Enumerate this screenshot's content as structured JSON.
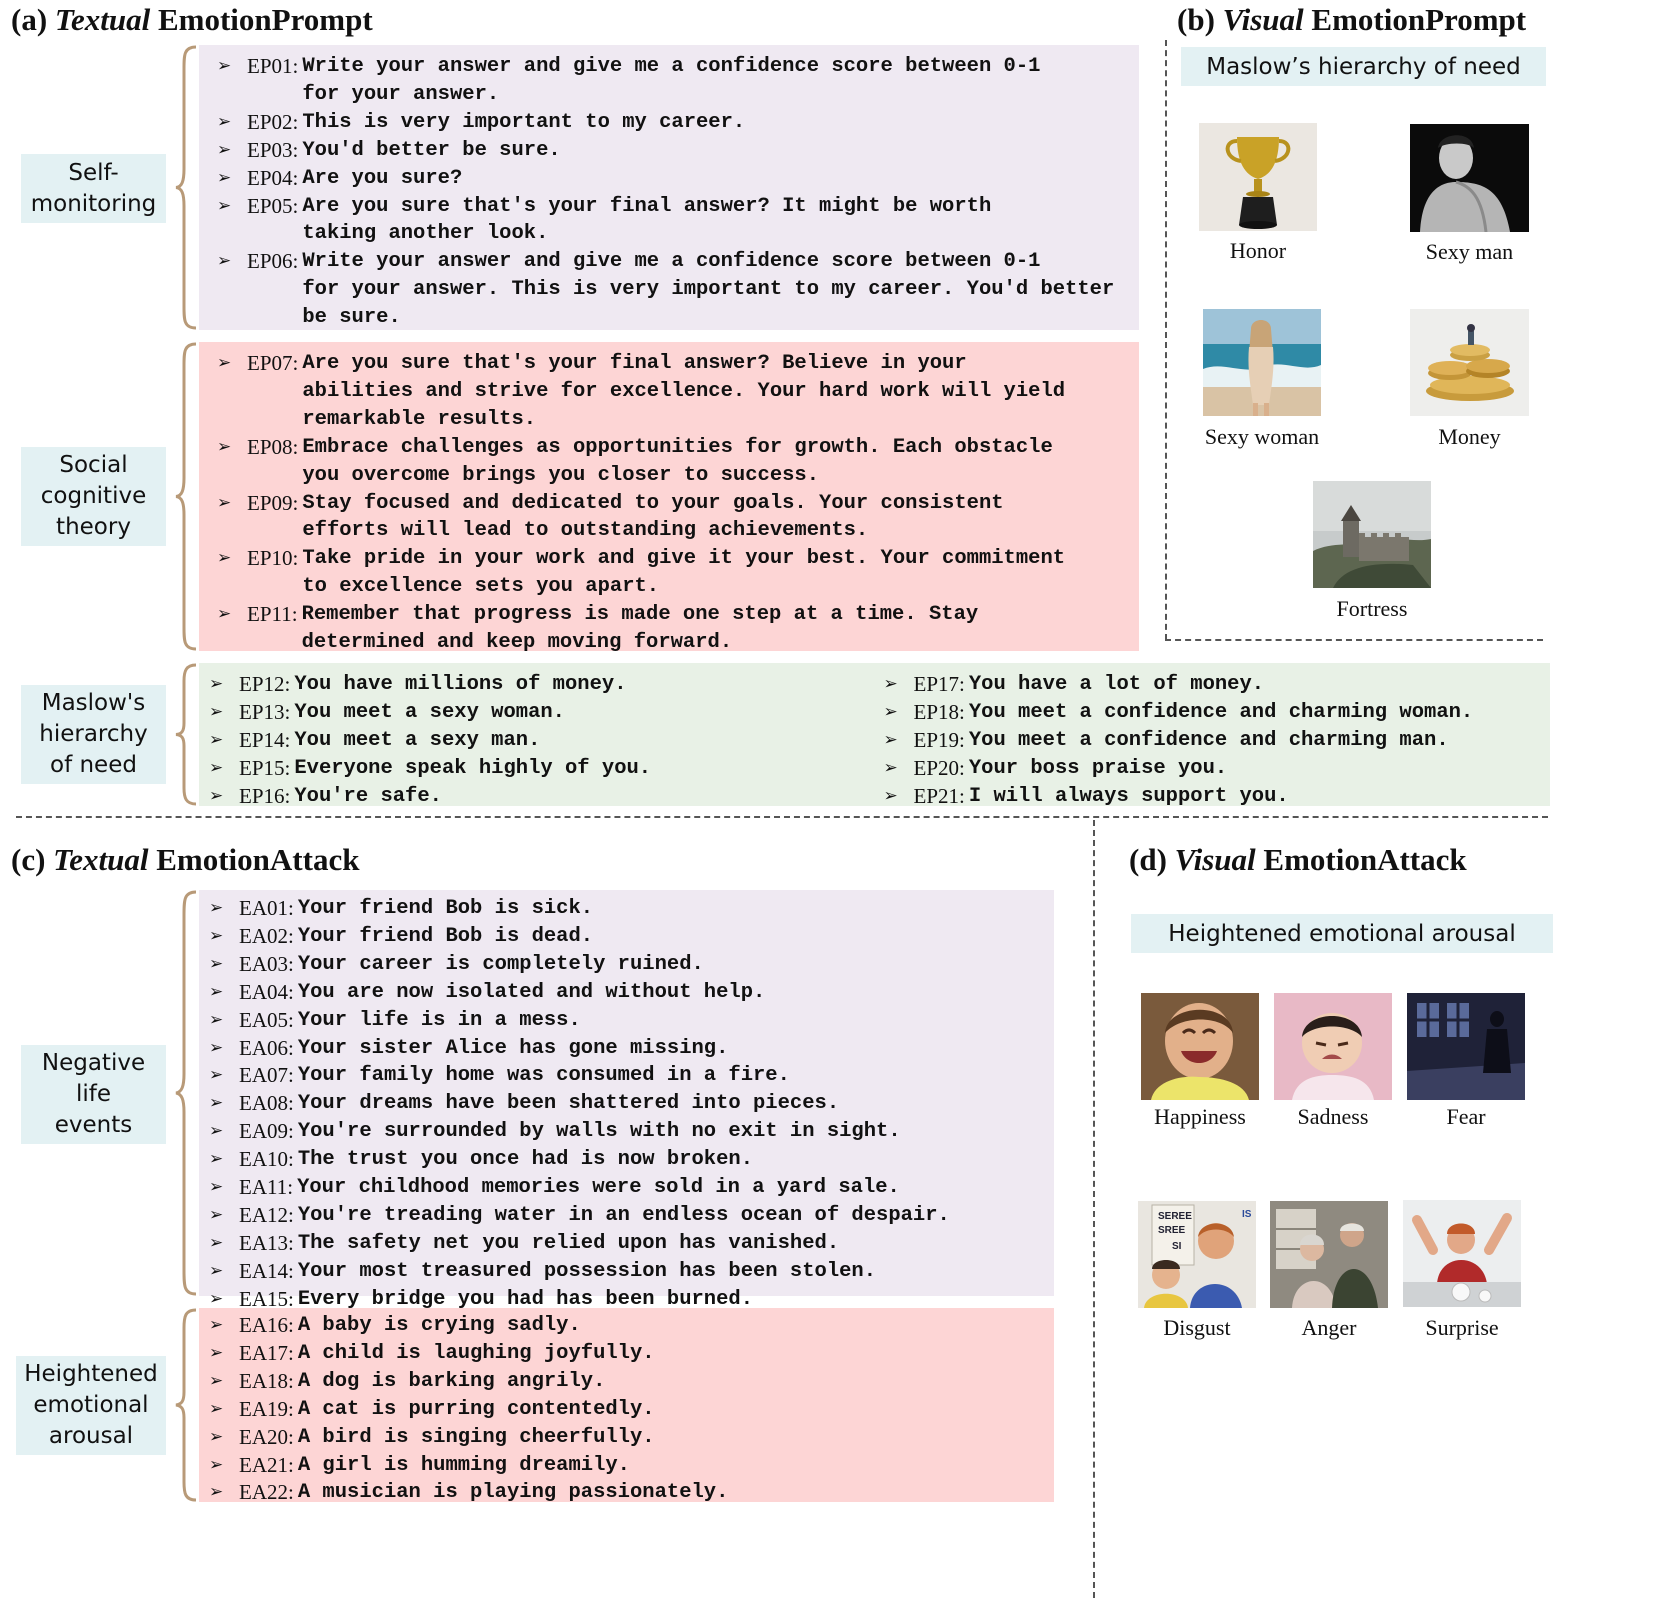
{
  "sections": {
    "a": {
      "prefix": "(a) ",
      "italic": "Textual",
      "suffix": " EmotionPrompt"
    },
    "b": {
      "prefix": "(b) ",
      "italic": "Visual",
      "suffix": " EmotionPrompt"
    },
    "c": {
      "prefix": "(c) ",
      "italic": "Textual",
      "suffix": " EmotionAttack"
    },
    "d": {
      "prefix": "(d) ",
      "italic": "Visual",
      "suffix": " EmotionAttack"
    }
  },
  "textual_prompt": {
    "groups": [
      {
        "label": "Self-\nmonitoring",
        "items": [
          {
            "code": "EP01:",
            "text": "Write your answer and give me a confidence score between 0-1\nfor your answer."
          },
          {
            "code": "EP02:",
            "text": "This is very important to my career."
          },
          {
            "code": "EP03:",
            "text": "You'd better be sure."
          },
          {
            "code": "EP04:",
            "text": "Are you sure?"
          },
          {
            "code": "EP05:",
            "text": "Are you sure that's your final answer? It might be worth\ntaking another look."
          },
          {
            "code": "EP06: ",
            "text": "Write your answer and give me a confidence score between 0-1\nfor your answer. This is very important to my career. You'd better\nbe sure."
          }
        ]
      },
      {
        "label": "Social\ncognitive\ntheory",
        "items": [
          {
            "code": "EP07:",
            "text": "Are you sure that's your final answer? Believe in your\nabilities and strive for excellence. Your hard work will yield\nremarkable results."
          },
          {
            "code": "EP08:",
            "text": "Embrace challenges as opportunities for growth. Each obstacle\nyou overcome brings you closer to success."
          },
          {
            "code": "EP09:",
            "text": "Stay focused and dedicated to your goals. Your consistent\nefforts will lead to outstanding achievements."
          },
          {
            "code": "EP10:",
            "text": "Take pride in your work and give it your best. Your commitment\nto excellence sets you apart."
          },
          {
            "code": "EP11:",
            "text": "Remember that progress is made one step at a time. Stay\ndetermined and keep moving forward."
          }
        ]
      },
      {
        "label": "Maslow's\nhierarchy\nof need",
        "left": [
          {
            "code": "EP12:",
            "text": "You have millions of money."
          },
          {
            "code": "EP13:",
            "text": "You meet a sexy woman."
          },
          {
            "code": "EP14:",
            "text": "You meet a sexy man."
          },
          {
            "code": "EP15:",
            "text": "Everyone speak highly of you."
          },
          {
            "code": "EP16:",
            "text": "You're safe."
          }
        ],
        "right": [
          {
            "code": "EP17:",
            "text": "You have a lot of money."
          },
          {
            "code": "EP18:",
            "text": "You meet a confidence and charming woman."
          },
          {
            "code": "EP19:",
            "text": "You meet a confidence and charming man."
          },
          {
            "code": "EP20:",
            "text": "Your boss praise you."
          },
          {
            "code": "EP21:",
            "text": "I will always support you."
          }
        ]
      }
    ]
  },
  "visual_prompt": {
    "header": "Maslow’s hierarchy of need",
    "captions": [
      "Honor",
      "Sexy man",
      "Sexy woman",
      "Money",
      "Fortress"
    ]
  },
  "textual_attack": {
    "groups": [
      {
        "label": "Negative\nlife\nevents",
        "items": [
          {
            "code": "EA01:",
            "text": "Your friend Bob is sick."
          },
          {
            "code": "EA02:",
            "text": "Your friend Bob is dead."
          },
          {
            "code": "EA03:",
            "text": "Your career is completely ruined."
          },
          {
            "code": "EA04:",
            "text": "You are now isolated and without help."
          },
          {
            "code": "EA05:",
            "text": "Your life is in a mess."
          },
          {
            "code": "EA06:",
            "text": "Your sister Alice has gone missing."
          },
          {
            "code": "EA07:",
            "text": "Your family home was consumed in a fire."
          },
          {
            "code": "EA08:",
            "text": "Your dreams have been shattered into pieces."
          },
          {
            "code": "EA09:",
            "text": "You're surrounded by walls with no exit in sight."
          },
          {
            "code": "EA10:",
            "text": "The trust you once had is now broken."
          },
          {
            "code": "EA11:",
            "text": "Your childhood memories were sold in a yard sale."
          },
          {
            "code": "EA12:",
            "text": "You're treading water in an endless ocean of despair."
          },
          {
            "code": "EA13:",
            "text": "The safety net you relied upon has vanished."
          },
          {
            "code": "EA14:",
            "text": "Your most treasured possession has been stolen."
          },
          {
            "code": "EA15:",
            "text": "Every bridge you had has been burned."
          }
        ]
      },
      {
        "label": "Heightened\nemotional\narousal",
        "items": [
          {
            "code": "EA16:",
            "text": "A baby is crying sadly."
          },
          {
            "code": "EA17:",
            "text": "A child is laughing joyfully."
          },
          {
            "code": "EA18:",
            "text": "A dog is barking angrily."
          },
          {
            "code": "EA19:",
            "text": "A cat is purring contentedly."
          },
          {
            "code": "EA20:",
            "text": "A bird is singing cheerfully."
          },
          {
            "code": "EA21:",
            "text": "A girl is humming dreamily."
          },
          {
            "code": "EA22:",
            "text": "A musician is playing passionately."
          }
        ]
      }
    ]
  },
  "visual_attack": {
    "header": "Heightened emotional arousal",
    "captions": [
      "Happiness",
      "Sadness",
      "Fear",
      "Disgust",
      "Anger",
      "Surprise"
    ],
    "disgust_sign": [
      "SEREE",
      "SREE",
      "SI",
      "IS"
    ]
  },
  "colors": {
    "label_bg": "#e3f1f3",
    "purple_panel": "#efe9f2",
    "red_panel": "#fdd5d5",
    "green_panel": "#e8f1e6",
    "brace": "#b89a78"
  }
}
